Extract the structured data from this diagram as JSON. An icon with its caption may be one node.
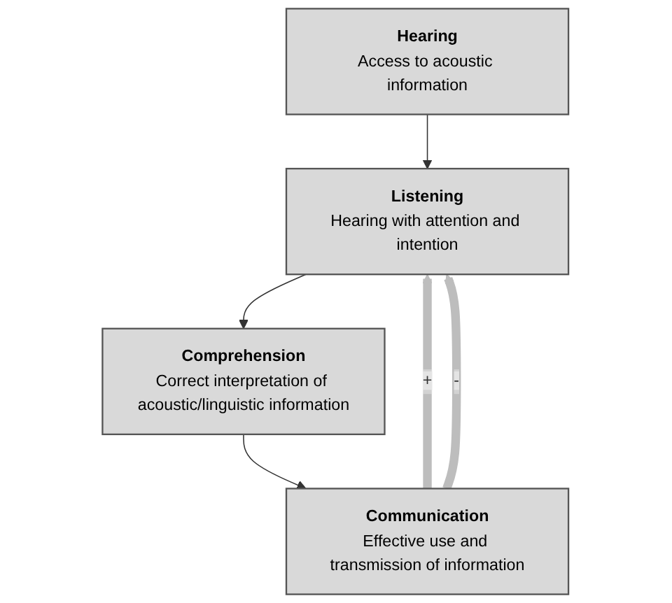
{
  "diagram": {
    "nodes": [
      {
        "text": [
          "Hearing",
          "Access to acoustic information"
        ]
      },
      {
        "text": [
          "Listening",
          "Hearing with attention and intention"
        ]
      },
      {
        "text": [
          "Comprehension",
          "Correct interpretation of acoustic/linguistic information"
        ]
      },
      {
        "text": [
          "Communication",
          "Effective use and transmission of information"
        ]
      }
    ],
    "edges": [
      {
        "from": 0,
        "to": 1,
        "arrow": "to"
      },
      {
        "from": 1,
        "to": 2,
        "arrow": "to"
      },
      {
        "from": 2,
        "to": 3,
        "arrow": "to"
      },
      {
        "from": 3,
        "to": 1,
        "arrow": "to",
        "label": "+",
        "style": "thick",
        "color": "#bdbdbd"
      },
      {
        "from": 3,
        "to": 1,
        "arrow": "to",
        "label": "-",
        "style": "thick",
        "color": "#bdbdbd"
      }
    ]
  }
}
